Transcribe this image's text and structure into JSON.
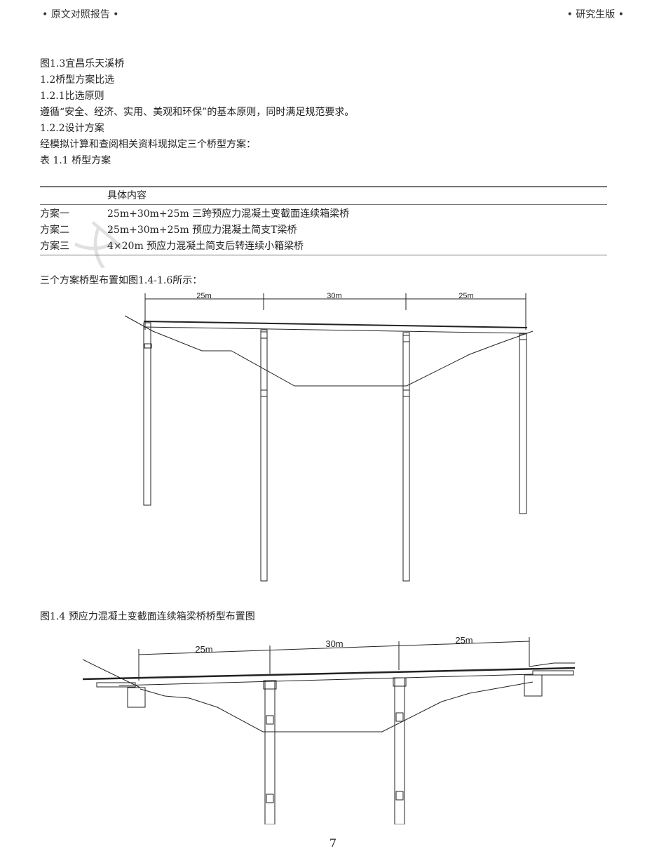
{
  "header": {
    "left": "• 原文对照报告 •",
    "right": "• 研究生版 •"
  },
  "lines": [
    "图1.3宜昌乐天溪桥",
    "1.2桥型方案比选",
    "1.2.1比选原则",
    "遵循“安全、经济、实用、美观和环保”的基本原则，同时满足规范要求。",
    "1.2.2设计方案",
    "经模拟计算和查阅相关资料现拟定三个桥型方案：",
    "表 1.1 桥型方案"
  ],
  "table": {
    "header": [
      "",
      "具体内容"
    ],
    "rows": [
      [
        "方案一",
        "25m+30m+25m 三跨预应力混凝土变截面连续箱梁桥"
      ],
      [
        "方案二",
        "25m+30m+25m 预应力混凝土简支T梁桥"
      ],
      [
        "方案三",
        "4×20m 预应力混凝土简支后转连续小箱梁桥"
      ]
    ]
  },
  "after_table": "三个方案桥型布置如图1.4-1.6所示：",
  "figure1": {
    "dims": [
      "25m",
      "30m",
      "25m"
    ]
  },
  "caption1": "图1.4 预应力混凝土变截面连续箱梁桥桥型布置图",
  "figure2": {
    "dims": [
      "25m",
      "30m",
      "25m"
    ]
  },
  "page_number": "7"
}
